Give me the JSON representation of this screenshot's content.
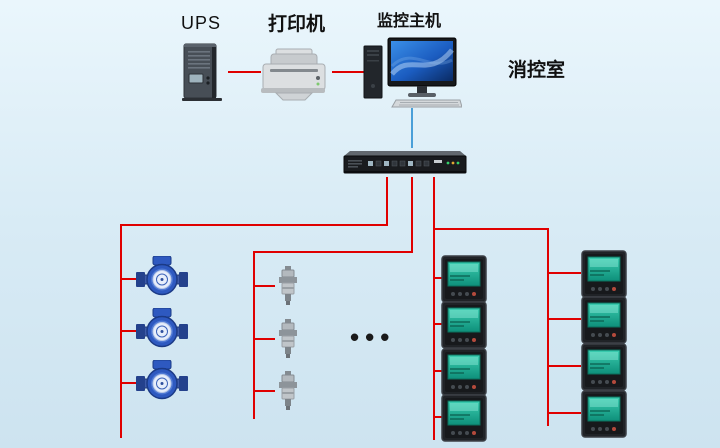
{
  "labels": {
    "ups": "UPS",
    "printer": "打印机",
    "host": "监控主机",
    "room": "消控室",
    "ellipsis": "•••"
  },
  "colors": {
    "background": "#d8ebf5",
    "cable_red": "#e00000",
    "cable_blue": "#4a9fd8"
  },
  "devices": {
    "ups": {
      "icon": "ups-tower-icon",
      "count": 1
    },
    "printer": {
      "icon": "printer-icon",
      "count": 1
    },
    "monitor_host": {
      "icon": "computer-icon",
      "count": 1
    },
    "switch": {
      "icon": "network-switch-icon",
      "count": 1
    },
    "water_meters": {
      "icon": "water-meter-icon",
      "count": 3
    },
    "transmitters": {
      "icon": "transmitter-icon",
      "count": 3
    },
    "panel_meters": {
      "icon": "power-meter-icon",
      "count": 8
    }
  }
}
